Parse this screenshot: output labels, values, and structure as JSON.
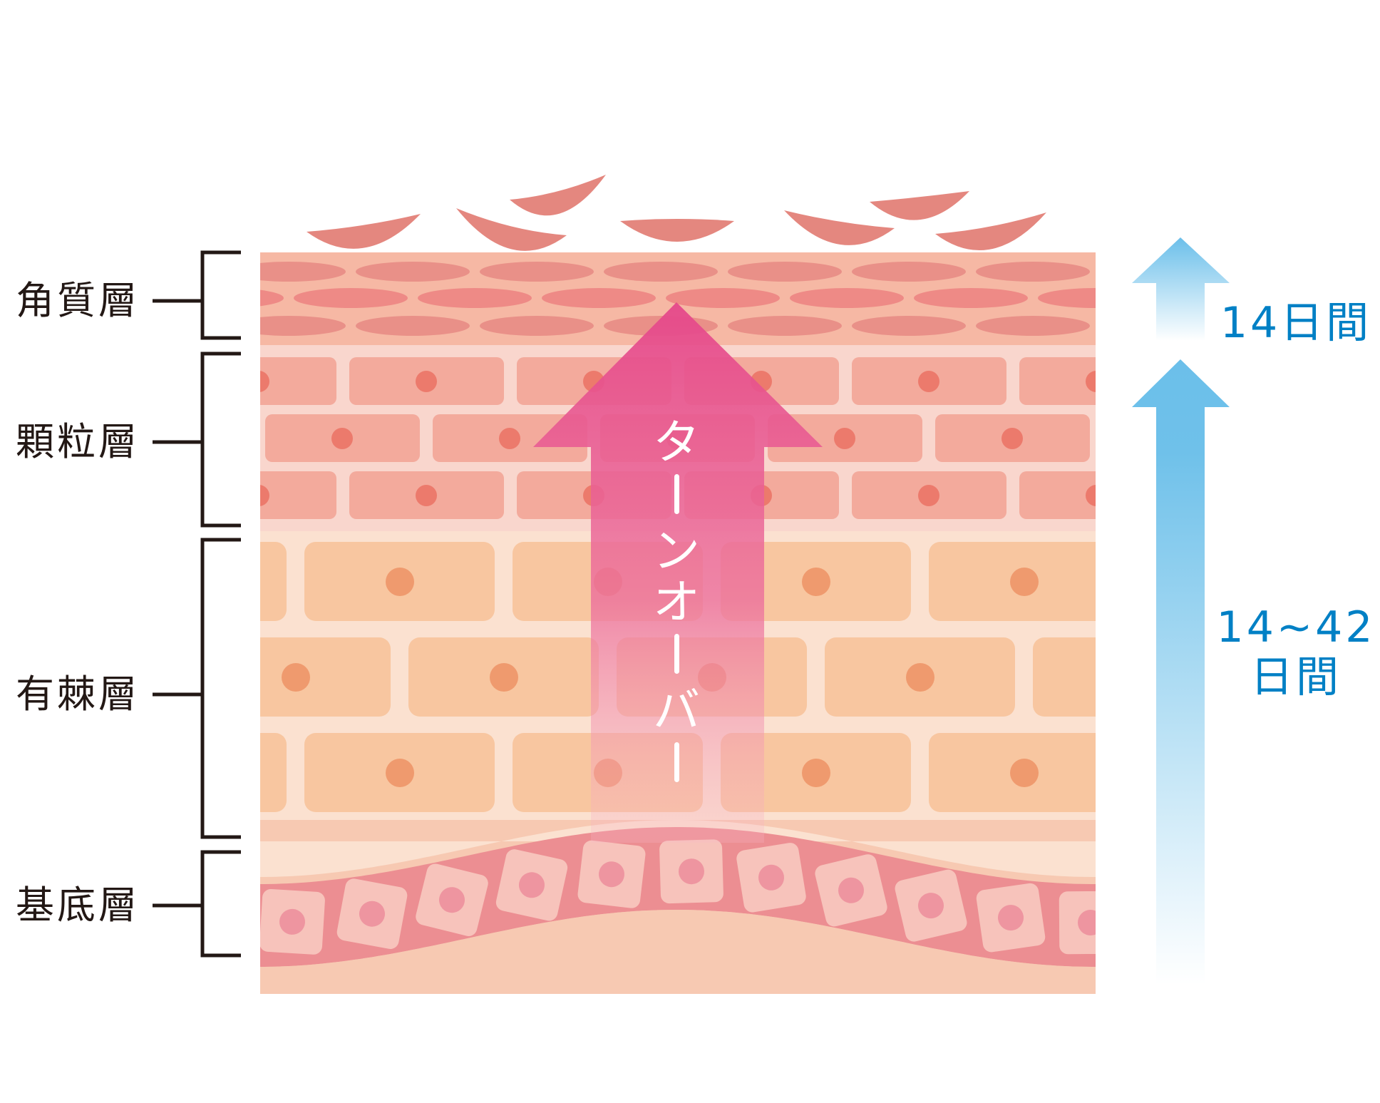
{
  "layers": [
    {
      "name": "角質層"
    },
    {
      "name": "顆粒層"
    },
    {
      "name": "有棘層"
    },
    {
      "name": "基底層"
    }
  ],
  "turnover_label": [
    "タ",
    "ー",
    "ン",
    "オ",
    "ー",
    "バ",
    "ー"
  ],
  "durations": {
    "stratum_corneum": "14日間",
    "lower_layers_line1": "14~42",
    "lower_layers_line2": "日間"
  },
  "colors": {
    "corneum_bg": "#f6b8a4",
    "corneum_cell": "#ee8f8a",
    "granular_bg": "#f9d6cd",
    "granular_cell": "#f3aa9c",
    "granular_nucleus": "#ec7a6c",
    "spinous_bg": "#fbe1d0",
    "spinous_cell": "#f8c6a0",
    "spinous_nucleus": "#ef9a6e",
    "basal_band": "#ec8e92",
    "basal_cell": "#f7c3bb",
    "basal_nucleus": "#ee95a0",
    "dermis": "#f7c9b2",
    "turnover_arrow": "#e5508a",
    "duration_arrow": "#6bbfea",
    "duration_text": "#0080c5",
    "label_text": "#231815"
  }
}
